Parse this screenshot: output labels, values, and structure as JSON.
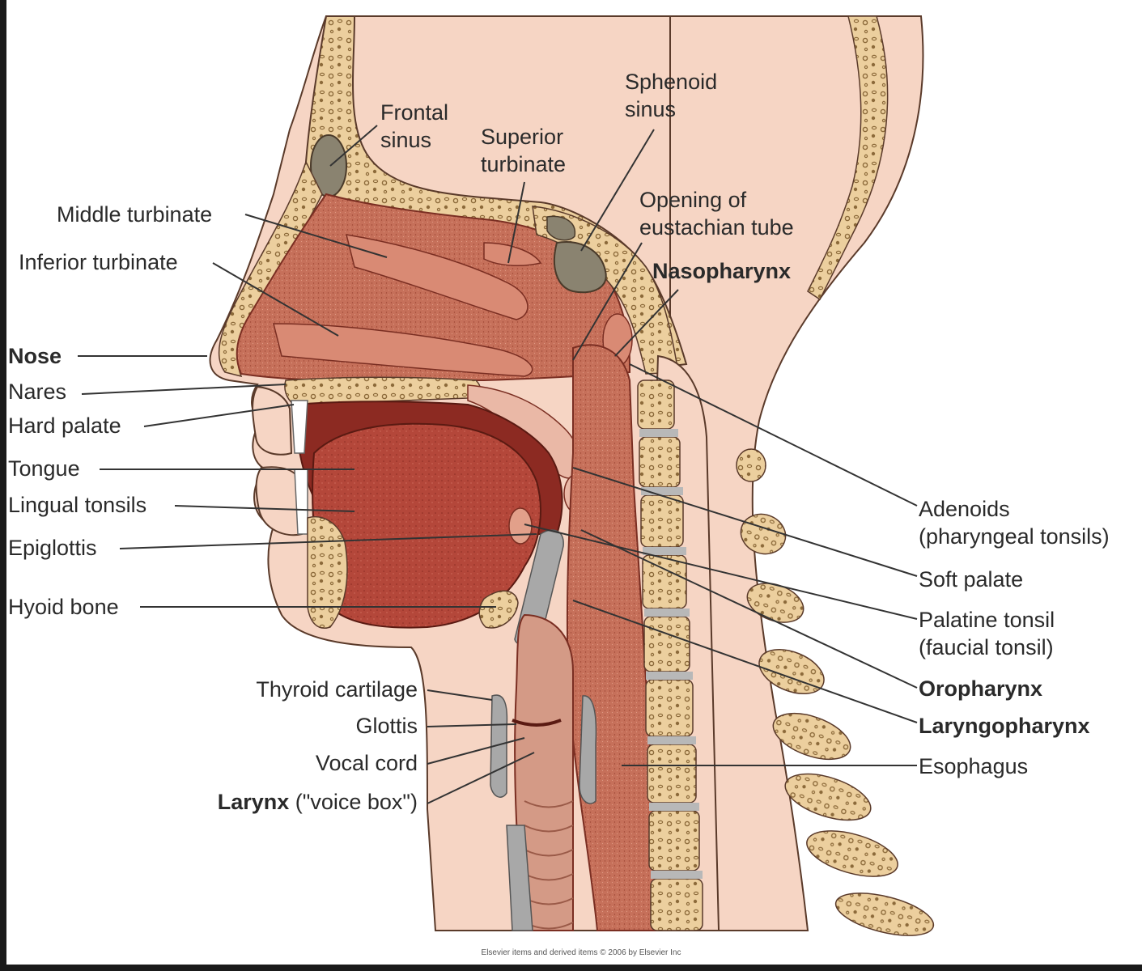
{
  "figure": {
    "credit": "Elsevier items and derived items © 2006 by Elsevier Inc",
    "colors": {
      "skin": "#f6d5c4",
      "bone": "#eccf9e",
      "bone_dots": "#8c6a3a",
      "mucosa": "#c6705a",
      "mucosa_dark": "#a94f3c",
      "tongue": "#b4473a",
      "sinus": "#8a8370",
      "cartilage": "#a8a8a8",
      "line": "#333333"
    }
  },
  "labels": {
    "frontal_sinus": {
      "line1": "Frontal",
      "line2": "sinus"
    },
    "superior_turbinate": {
      "line1": "Superior",
      "line2": "turbinate"
    },
    "sphenoid_sinus": {
      "line1": "Sphenoid",
      "line2": "sinus"
    },
    "opening_eustachian": {
      "line1": "Opening of",
      "line2": "eustachian tube"
    },
    "nasopharynx": "Nasopharynx",
    "middle_turbinate": "Middle turbinate",
    "inferior_turbinate": "Inferior turbinate",
    "nose": "Nose",
    "nares": "Nares",
    "hard_palate": "Hard palate",
    "tongue": "Tongue",
    "lingual_tonsils": "Lingual tonsils",
    "epiglottis": "Epiglottis",
    "hyoid_bone": "Hyoid bone",
    "thyroid_cartilage": "Thyroid cartilage",
    "glottis": "Glottis",
    "vocal_cord": "Vocal cord",
    "larynx_bold": "Larynx",
    "larynx_rest": " (\"voice box\")",
    "adenoids": {
      "line1": "Adenoids",
      "line2": "(pharyngeal tonsils)"
    },
    "soft_palate": "Soft palate",
    "palatine_tonsil": {
      "line1": "Palatine tonsil",
      "line2": "(faucial tonsil)"
    },
    "oropharynx": "Oropharynx",
    "laryngopharynx": "Laryngopharynx",
    "esophagus": "Esophagus"
  }
}
